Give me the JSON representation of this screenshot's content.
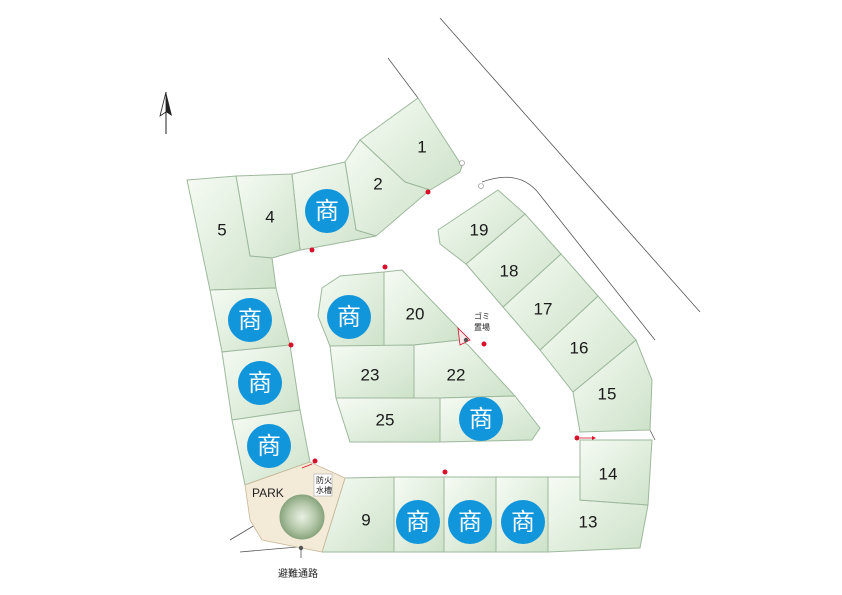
{
  "lots": [
    {
      "id": "1",
      "label": "1"
    },
    {
      "id": "2",
      "label": "2"
    },
    {
      "id": "3",
      "label": "商",
      "commercial": true
    },
    {
      "id": "4",
      "label": "4"
    },
    {
      "id": "5",
      "label": "5"
    },
    {
      "id": "6",
      "label": "商",
      "commercial": true
    },
    {
      "id": "7",
      "label": "商",
      "commercial": true
    },
    {
      "id": "8",
      "label": "商",
      "commercial": true
    },
    {
      "id": "9",
      "label": "9"
    },
    {
      "id": "10",
      "label": "商",
      "commercial": true
    },
    {
      "id": "11",
      "label": "商",
      "commercial": true
    },
    {
      "id": "12",
      "label": "商",
      "commercial": true
    },
    {
      "id": "13",
      "label": "13"
    },
    {
      "id": "14",
      "label": "14"
    },
    {
      "id": "15",
      "label": "15"
    },
    {
      "id": "16",
      "label": "16"
    },
    {
      "id": "17",
      "label": "17"
    },
    {
      "id": "18",
      "label": "18"
    },
    {
      "id": "19",
      "label": "19"
    },
    {
      "id": "20",
      "label": "20"
    },
    {
      "id": "21",
      "label": "商",
      "commercial": true
    },
    {
      "id": "22",
      "label": "22"
    },
    {
      "id": "23",
      "label": "23"
    },
    {
      "id": "24",
      "label": "商",
      "commercial": true
    },
    {
      "id": "25",
      "label": "25"
    }
  ],
  "park": {
    "label": "PARK"
  },
  "fire_tank": {
    "line1": "防火",
    "line2": "水槽"
  },
  "garbage": {
    "line1": "ゴミ",
    "line2": "置場"
  },
  "evacuation": {
    "label": "避難通路"
  },
  "north_icon": "north-arrow-icon",
  "colors": {
    "lot_light": "#f4faf2",
    "lot_dark": "#cfe3cb",
    "accent": "#1296db",
    "marker": "#d8102a",
    "park": "#f3ead8"
  }
}
